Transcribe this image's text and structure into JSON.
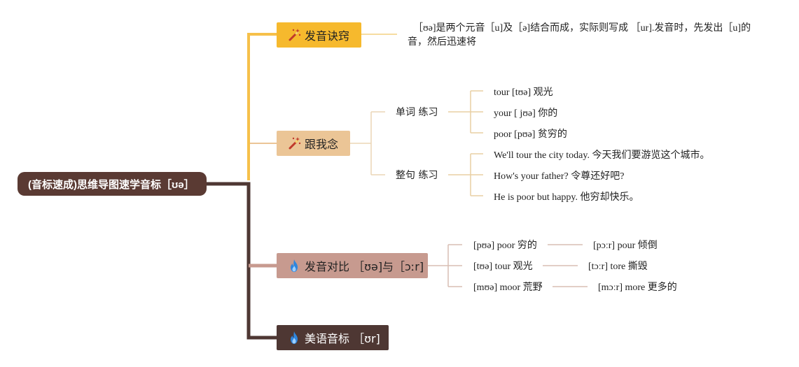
{
  "colors": {
    "root_bg": "#5a3a33",
    "branch1": "#f6b92d",
    "branch2": "#ebc596",
    "branch3": "#c79a8f",
    "branch4": "#4e3733",
    "connector_dark": "#4e3733",
    "connector_gold": "#f6c04a",
    "connector_light": "#e9cfa3"
  },
  "root": {
    "label": "(音标速成)思维导图速学音标［ʊə］"
  },
  "branches": [
    {
      "icon": "magic-wand-icon",
      "label": "发音诀窍",
      "note": "［ʊə]是两个元音［u]及［ə]结合而成，实际则写成 ［ur].发音时，先发出［u]的音，然后迅速将"
    },
    {
      "icon": "magic-wand-icon",
      "label": "跟我念",
      "groups": [
        {
          "label": "单词 练习",
          "items": [
            "tour [tʊə] 观光",
            "your [ jʊə] 你的",
            "poor [pʊə] 贫穷的"
          ]
        },
        {
          "label": "整句 练习",
          "items": [
            "We'll tour the city today. 今天我们要游览这个城市。",
            "How's your father? 令尊还好吧?",
            "He is poor but happy. 他穷却快乐。"
          ]
        }
      ]
    },
    {
      "icon": "fire-icon",
      "label": "发音对比 ［ʊə]与［ɔːr]",
      "pairs": [
        {
          "left": "[pʊə] poor 穷的",
          "right": "[pɔːr] pour 倾倒"
        },
        {
          "left": "[tʊə] tour 观光",
          "right": "[tɔːr] tore 撕毁"
        },
        {
          "left": "[mʊə] moor 荒野",
          "right": "[mɔːr] more 更多的"
        }
      ]
    },
    {
      "icon": "fire-icon",
      "label": "美语音标 ［ʊr]"
    }
  ]
}
